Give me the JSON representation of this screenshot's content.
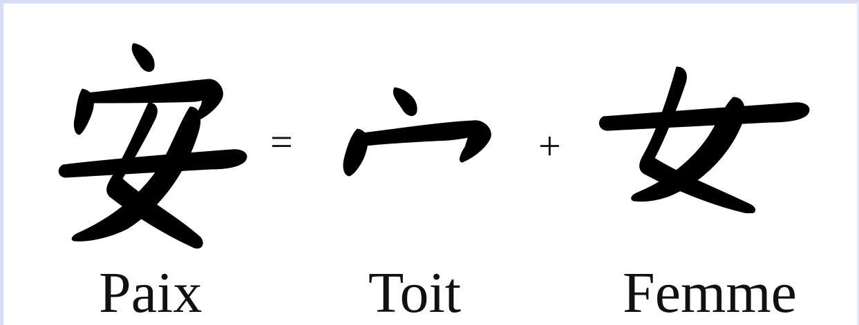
{
  "equation": {
    "result": {
      "glyph_name": "an-character-icon",
      "label": "Paix"
    },
    "operator_equals": "=",
    "part1": {
      "glyph_name": "roof-radical-icon",
      "label": "Toit"
    },
    "operator_plus": "+",
    "part2": {
      "glyph_name": "woman-character-icon",
      "label": "Femme"
    }
  },
  "colors": {
    "ink": "#000000",
    "frame": "#d6dcf5",
    "background": "#ffffff"
  }
}
